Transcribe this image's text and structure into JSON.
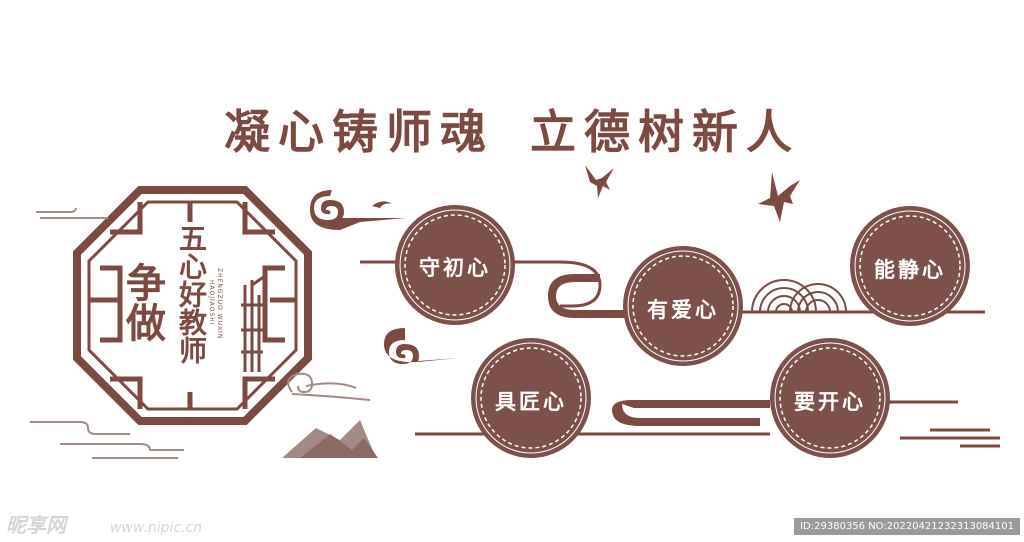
{
  "title": {
    "left": "凝心铸师魂",
    "right": "立德树新人"
  },
  "plaque": {
    "main_text": "争做",
    "sub_text": "五心好教师",
    "pinyin_1": "ZHENGZUO WUXIN",
    "pinyin_2": "HAOJIAOSHI"
  },
  "medals": [
    {
      "label": "守初心"
    },
    {
      "label": "有爱心"
    },
    {
      "label": "能静心"
    },
    {
      "label": "具匠心"
    },
    {
      "label": "要开心"
    }
  ],
  "colors": {
    "brown": "#7c4a40",
    "medal_fill": "#7d5049",
    "light": "#a48a84"
  },
  "watermark": {
    "logo": "昵享网",
    "url": "www.nipic.cn",
    "id_text": "ID:29380356 NO:20220421232313084101"
  }
}
